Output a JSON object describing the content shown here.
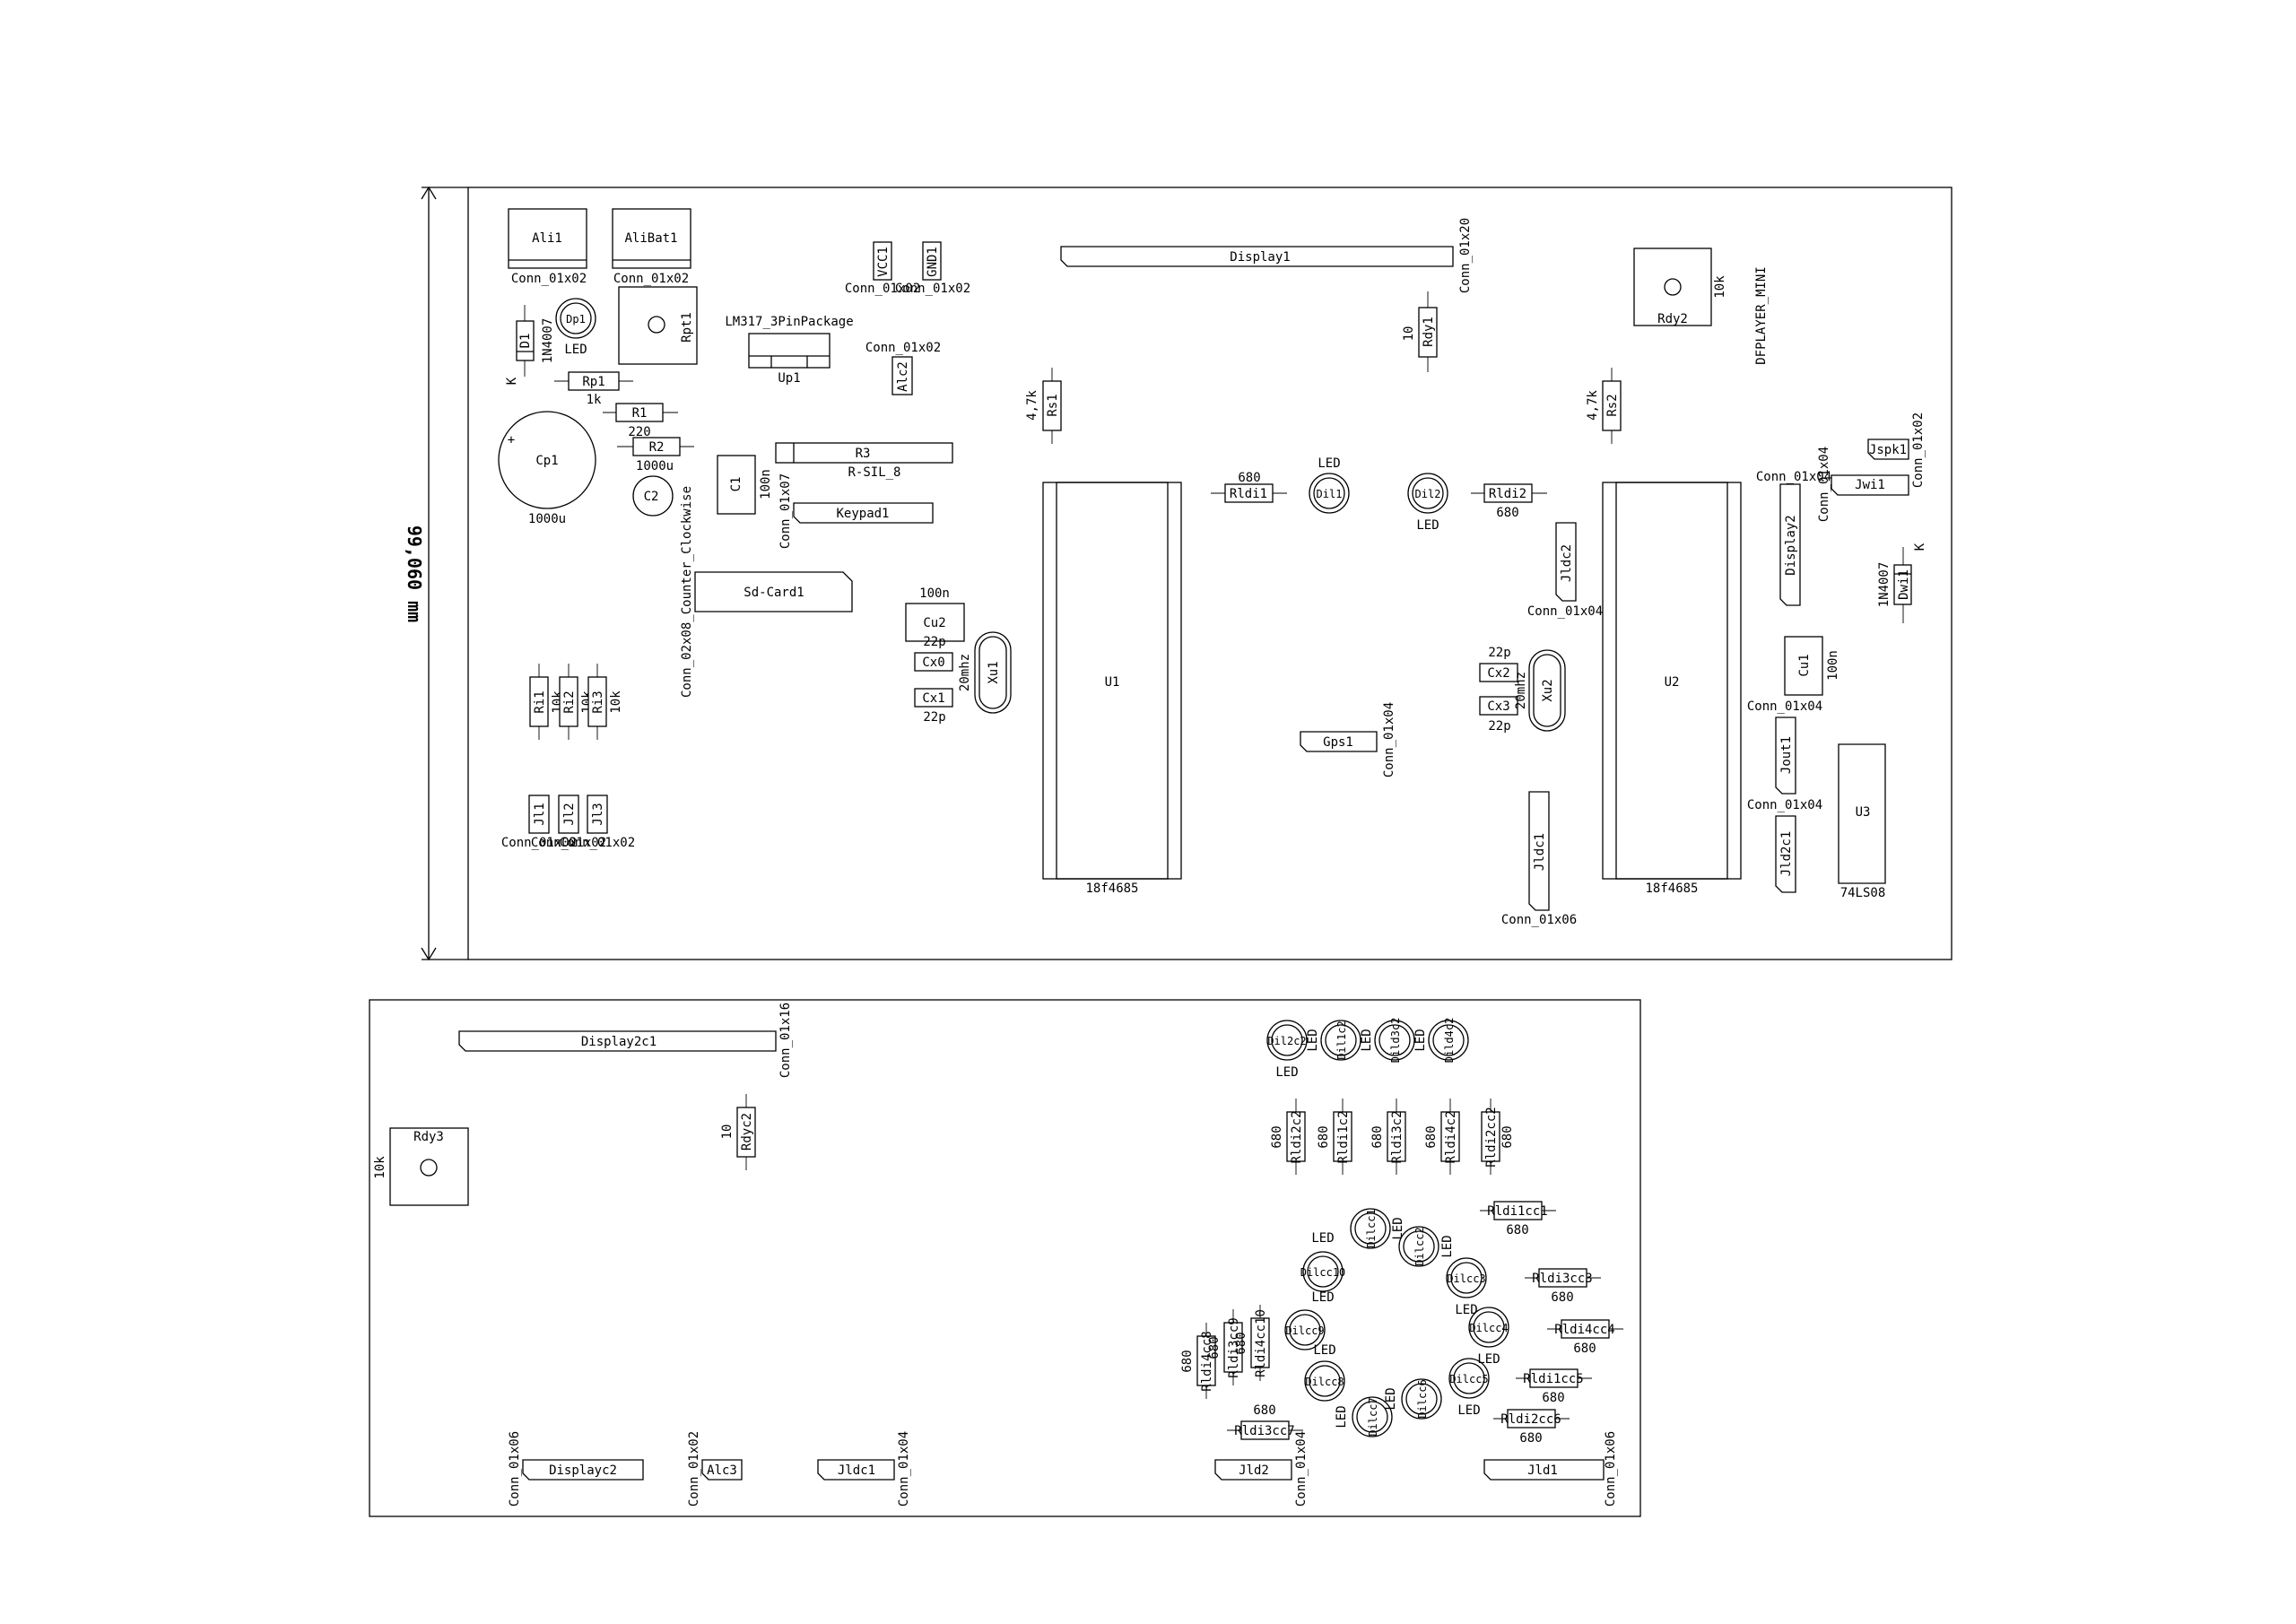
{
  "dimension": "99,060 mm",
  "board1": {
    "components": {
      "Ali1": {
        "ref": "Ali1",
        "val": "Conn_01x02"
      },
      "AliBat1": {
        "ref": "AliBat1",
        "val": "Conn_01x02"
      },
      "D1": {
        "ref": "D1",
        "val": "1N4007",
        "k": "K"
      },
      "Dp1": {
        "ref": "Dp1",
        "val": "LED"
      },
      "Rpt1": {
        "ref": "Rpt1"
      },
      "Rp1": {
        "ref": "Rp1",
        "val": "1k"
      },
      "R1": {
        "ref": "R1",
        "val": "220"
      },
      "R2": {
        "ref": "R2",
        "val": "1000u"
      },
      "Cp1": {
        "ref": "Cp1",
        "val": "1000u"
      },
      "C2": {
        "ref": "C2"
      },
      "Up1": {
        "ref": "Up1",
        "val": "LM317_3PinPackage"
      },
      "C1": {
        "ref": "C1",
        "val": "100n"
      },
      "R3": {
        "ref": "R3",
        "val": "R-SIL_8"
      },
      "Keypad1": {
        "ref": "Keypad1",
        "val": "Conn_01x07"
      },
      "SdCard1": {
        "ref": "Sd-Card1",
        "val": "Conn_02x08_Counter_Clockwise"
      },
      "VCC1": {
        "ref": "VCC1",
        "val": "Conn_01x02"
      },
      "GND1": {
        "ref": "GND1",
        "val": "Conn_01x02"
      },
      "Alc2": {
        "ref": "Alc2",
        "val": "Conn_01x02"
      },
      "Cu2": {
        "ref": "Cu2",
        "val": "100n"
      },
      "Cx0": {
        "ref": "Cx0",
        "val": "22p"
      },
      "Cx1": {
        "ref": "Cx1",
        "val": "22p"
      },
      "Xu1": {
        "ref": "Xu1",
        "val": "20mhz"
      },
      "U1": {
        "ref": "U1",
        "val": "18f4685"
      },
      "Rs1": {
        "ref": "Rs1",
        "val": "4,7k"
      },
      "Display1": {
        "ref": "Display1",
        "val": "Conn_01x20"
      },
      "Rldi1": {
        "ref": "Rldi1",
        "val": "680"
      },
      "Dil1": {
        "ref": "Dil1",
        "val": "LED"
      },
      "Dil2": {
        "ref": "Dil2",
        "val": "LED"
      },
      "Rldi2": {
        "ref": "Rldi2",
        "val": "680"
      },
      "Rdy1": {
        "ref": "Rdy1",
        "val": "10"
      },
      "Gps1": {
        "ref": "Gps1",
        "val": "Conn_01x04"
      },
      "Jldc2": {
        "ref": "Jldc2",
        "val": "Conn_01x04"
      },
      "Jldc1": {
        "ref": "Jldc1",
        "val": "Conn_01x06"
      },
      "Cx2": {
        "ref": "Cx2",
        "val": "22p"
      },
      "Cx3": {
        "ref": "Cx3",
        "val": "22p"
      },
      "Xu2": {
        "ref": "Xu2",
        "val": "20mhz"
      },
      "U2": {
        "ref": "U2",
        "val": "18f4685"
      },
      "Rs2": {
        "ref": "Rs2",
        "val": "4,7k"
      },
      "Rdy2": {
        "ref": "Rdy2",
        "val": "10k"
      },
      "DFPlayer": {
        "val": "DFPLAYER_MINI"
      },
      "Display2": {
        "ref": "Display2",
        "val": "Conn_01x04"
      },
      "Jwi1": {
        "ref": "Jwi1",
        "val": "Conn_01x04"
      },
      "Jspk1": {
        "ref": "Jspk1",
        "val": "Conn_01x02"
      },
      "Dwi1": {
        "ref": "Dwi1",
        "val": "1N4007",
        "k": "K"
      },
      "Cu1": {
        "ref": "Cu1",
        "val": "100n"
      },
      "Jout1": {
        "ref": "Jout1",
        "val": "Conn_01x04"
      },
      "Jld2c1": {
        "ref": "Jld2c1"
      },
      "U3": {
        "ref": "U3",
        "val": "74LS08"
      },
      "Ri1": {
        "ref": "Ri1",
        "val": "10k"
      },
      "Ri2": {
        "ref": "Ri2",
        "val": "10k"
      },
      "Ri3": {
        "ref": "Ri3",
        "val": "10k"
      },
      "Jl1": {
        "ref": "Jl1",
        "val": "Conn_01x02"
      },
      "Jl2": {
        "ref": "Jl2",
        "val": "Conn_01x02"
      },
      "Jl3": {
        "ref": "Jl3",
        "val": "Conn_01x02"
      }
    }
  },
  "board2": {
    "components": {
      "Display2c1": {
        "ref": "Display2c1",
        "val": "Conn_01x16"
      },
      "Rdyc2": {
        "ref": "Rdyc2",
        "val": "10"
      },
      "Rdy3": {
        "ref": "Rdy3",
        "val": "10k"
      },
      "Displayc2": {
        "ref": "Displayc2",
        "val": "Conn_01x06"
      },
      "Alc3": {
        "ref": "Alc3",
        "val": "Conn_01x02"
      },
      "Jldc1b": {
        "ref": "Jldc1",
        "val": "Conn_01x04"
      },
      "Jld2": {
        "ref": "Jld2",
        "val": "Conn_01x04"
      },
      "Jld1": {
        "ref": "Jld1",
        "val": "Conn_01x06"
      },
      "Dil2c2": {
        "ref": "Dil2c2",
        "val": "LED"
      },
      "Dil1c2": {
        "ref": "Dil1c2",
        "val": "LED"
      },
      "Dild3c2": {
        "ref": "Dild3c2",
        "val": "LED"
      },
      "Dild4c2": {
        "ref": "Dild4c2",
        "val": "LED"
      },
      "Rldi2c2": {
        "ref": "Rldi2c2",
        "val": "680"
      },
      "Rldi1c2": {
        "ref": "Rldi1c2",
        "val": "680"
      },
      "Rldi3c2": {
        "ref": "Rldi3c2",
        "val": "680"
      },
      "Rldi4c2": {
        "ref": "Rldi4c2",
        "val": "680"
      },
      "Rldi2cc2": {
        "ref": "Rldi2cc2",
        "val": "680"
      },
      "Rldi1cc1": {
        "ref": "Rldi1cc1",
        "val": "680"
      },
      "Rldi3cc3": {
        "ref": "Rldi3cc3",
        "val": "680"
      },
      "Rldi4cc4": {
        "ref": "Rldi4cc4",
        "val": "680"
      },
      "Rldi1cc5": {
        "ref": "Rldi1cc5",
        "val": "680"
      },
      "Rldi2cc6": {
        "ref": "Rldi2cc6",
        "val": "680"
      },
      "Rldi3cc7": {
        "ref": "Rldi3cc7",
        "val": "680"
      },
      "Rldi4cc8": {
        "ref": "Rldi4cc8",
        "val": "680"
      },
      "Rldi3cc9": {
        "ref": "Rldi3cc9",
        "val": "680"
      },
      "Rldi4cc10": {
        "ref": "Rldi4cc10",
        "val": "680"
      },
      "Dilcc1": {
        "ref": "Dilcc1",
        "val": "LED"
      },
      "Dilcc2": {
        "ref": "Dilcc2",
        "val": "LED"
      },
      "Dilcc3": {
        "ref": "Dilcc3",
        "val": "LED"
      },
      "Dilcc4": {
        "ref": "Dilcc4",
        "val": "LED"
      },
      "Dilcc5": {
        "ref": "Dilcc5",
        "val": "LED"
      },
      "Dilcc6": {
        "ref": "Dilcc6",
        "val": "LED"
      },
      "Dilcc7": {
        "ref": "Dilcc7",
        "val": "LED"
      },
      "Dilcc8": {
        "ref": "Dilcc8",
        "val": "LED"
      },
      "Dilcc9": {
        "ref": "Dilcc9",
        "val": "LED"
      },
      "Dilcc10": {
        "ref": "Dilcc10",
        "val": "LED"
      }
    }
  }
}
